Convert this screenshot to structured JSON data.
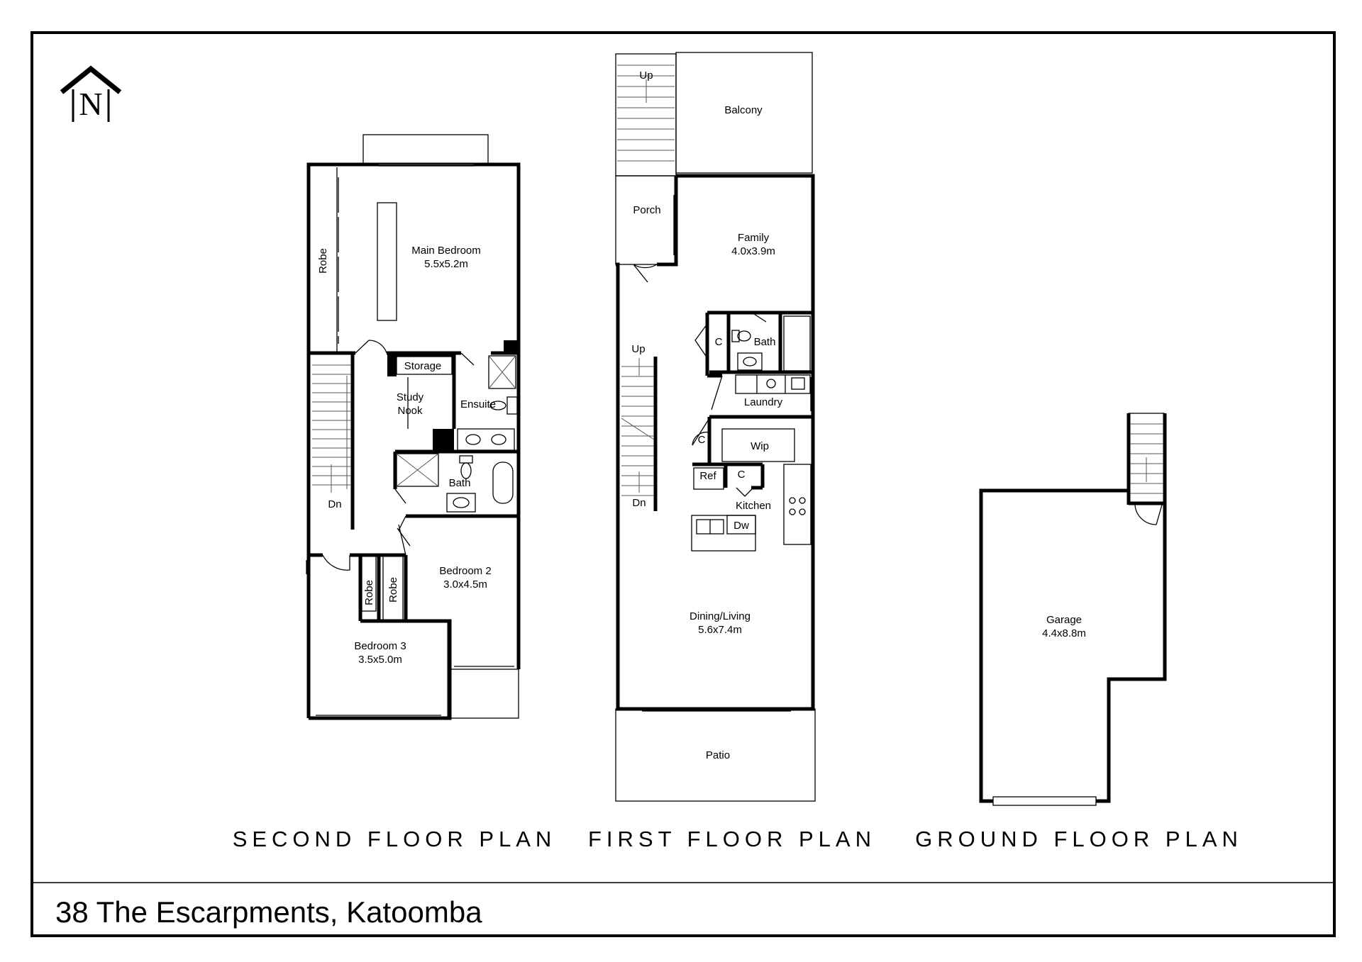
{
  "compass": {
    "letter": "N",
    "icon": "north-arrow-icon"
  },
  "address": "38 The Escarpments, Katoomba",
  "plans": {
    "second": {
      "title": "SECOND FLOOR PLAN",
      "rooms": {
        "main_bedroom": {
          "name": "Main Bedroom",
          "size": "5.5x5.2m"
        },
        "robe_main": "Robe",
        "storage": "Storage",
        "study_line1": "Study",
        "study_line2": "Nook",
        "ensuite": "Ensuite",
        "bath": "Bath",
        "stairs_dn": "Dn",
        "robe_a": "Robe",
        "robe_b": "Robe",
        "bedroom2": {
          "name": "Bedroom 2",
          "size": "3.0x4.5m"
        },
        "bedroom3": {
          "name": "Bedroom 3",
          "size": "3.5x5.0m"
        }
      }
    },
    "first": {
      "title": "FIRST FLOOR PLAN",
      "rooms": {
        "stairs_top_up": "Up",
        "balcony": "Balcony",
        "porch": "Porch",
        "family": {
          "name": "Family",
          "size": "4.0x3.9m"
        },
        "cupboard1": "C",
        "bath": "Bath",
        "laundry": "Laundry",
        "stairs_up": "Up",
        "stairs_dn": "Dn",
        "cupboard2": "C",
        "wip": "Wip",
        "ref": "Ref",
        "cupboard3": "C",
        "kitchen": "Kitchen",
        "dw": "Dw",
        "dining": {
          "name": "Dining/Living",
          "size": "5.6x7.4m"
        },
        "patio": "Patio"
      }
    },
    "ground": {
      "title": "GROUND FLOOR PLAN",
      "rooms": {
        "garage": {
          "name": "Garage",
          "size": "4.4x8.8m"
        }
      }
    }
  }
}
